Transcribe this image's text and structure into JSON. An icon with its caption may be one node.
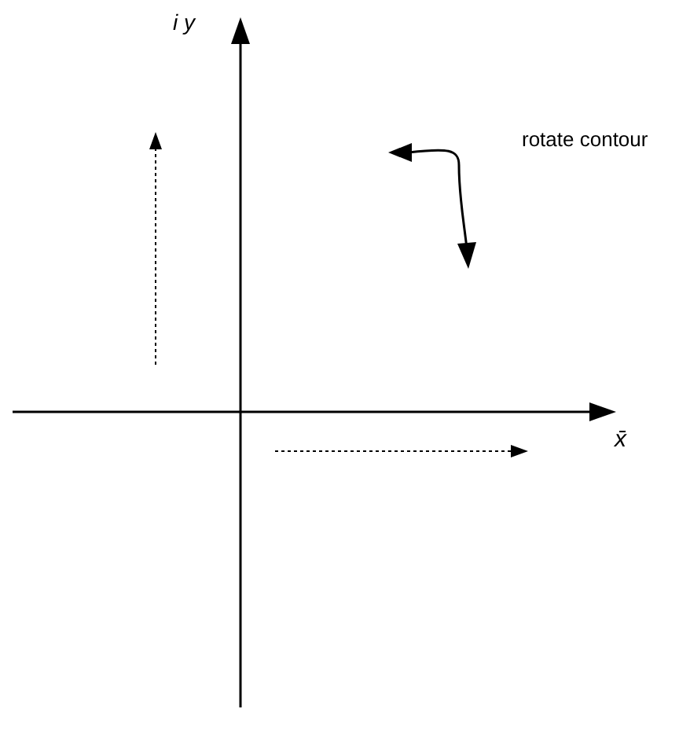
{
  "diagram": {
    "labels": [
      "i y",
      "x̄",
      "rotate contour"
    ]
  }
}
